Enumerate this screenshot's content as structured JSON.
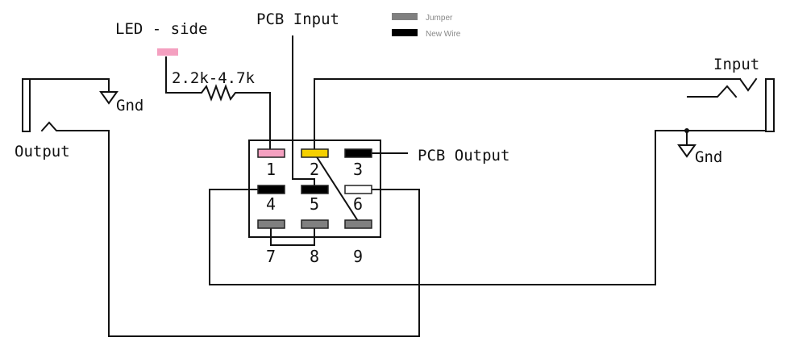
{
  "labels": {
    "led_side": "LED - side",
    "pcb_input": "PCB Input",
    "pcb_output": "PCB Output",
    "resistor": "2.2k-4.7k",
    "output_jack": "Output",
    "input_jack": "Input",
    "gnd_left": "Gnd",
    "gnd_right": "Gnd"
  },
  "legend": [
    {
      "label": "Jumper",
      "color": "#808080"
    },
    {
      "label": "New Wire",
      "color": "#000000"
    }
  ],
  "colors": {
    "led_pad": "#f4a0c0",
    "pin1": "#f4a0c0",
    "pin2": "#f5d000",
    "new_wire": "#000000",
    "jumper": "#808080",
    "unused": "#ffffff"
  },
  "switch": {
    "pins": [
      {
        "num": "1",
        "color": "#f4a0c0"
      },
      {
        "num": "2",
        "color": "#f5d000"
      },
      {
        "num": "3",
        "color": "#000000"
      },
      {
        "num": "4",
        "color": "#000000"
      },
      {
        "num": "5",
        "color": "#000000"
      },
      {
        "num": "6",
        "color": "#ffffff"
      },
      {
        "num": "7",
        "color": "#808080"
      },
      {
        "num": "8",
        "color": "#808080"
      },
      {
        "num": "9",
        "color": "#808080"
      }
    ]
  }
}
